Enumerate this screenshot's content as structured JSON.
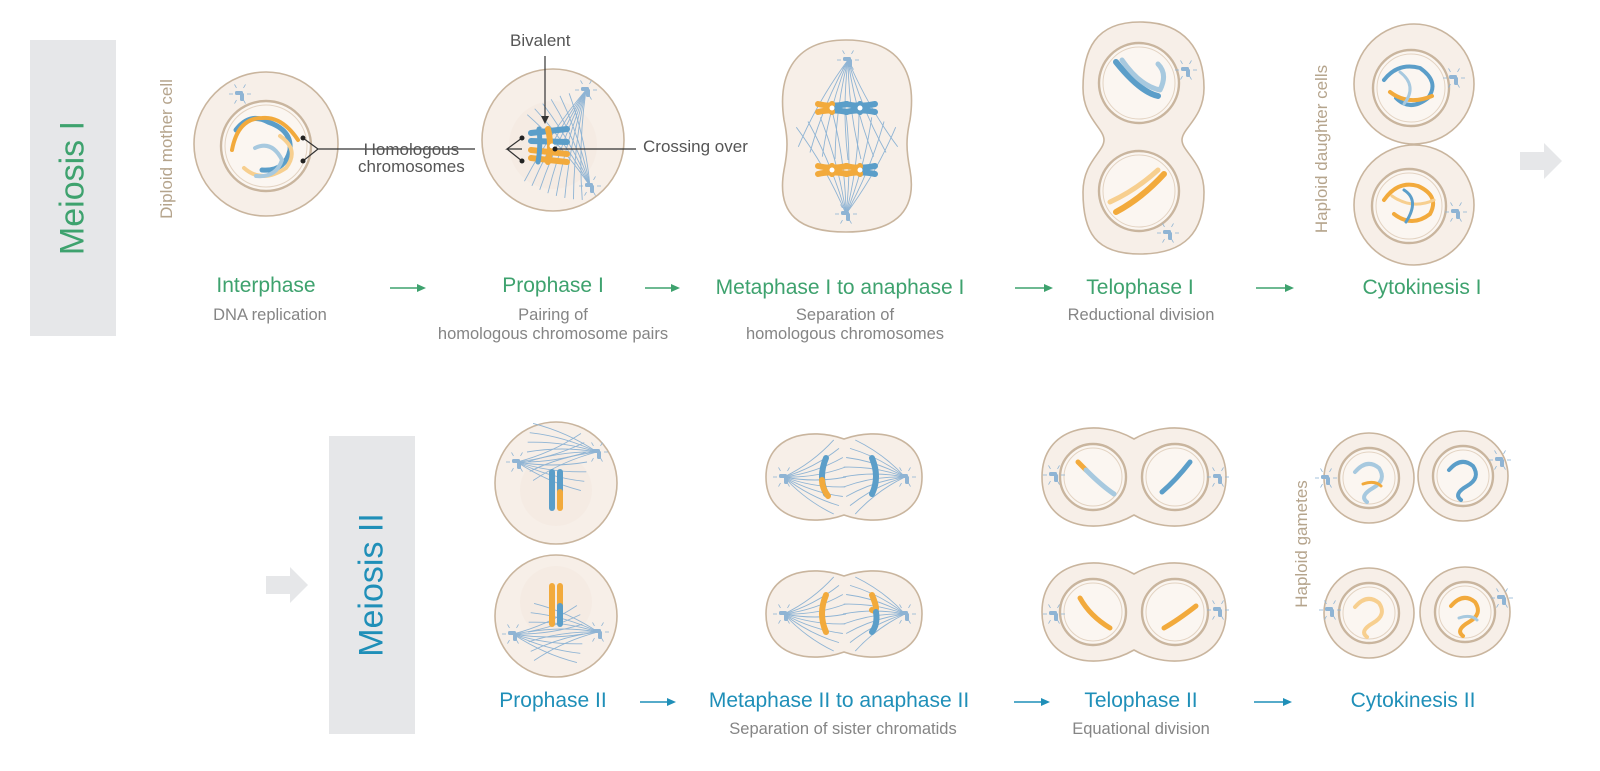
{
  "colors": {
    "meiosis1": "#3ea26e",
    "meiosis2": "#1f8fb8",
    "band": "#e6e7e9",
    "cellFill": "#f7efe8",
    "cellStroke": "#c9b59e",
    "chromBlue": "#5b9ec9",
    "chromLightBlue": "#a7c9df",
    "chromOrange": "#f2aa3c",
    "chromLightOrange": "#f7cf8f",
    "spindle": "#8fb4d4",
    "sideLabel": "#b5a48c",
    "subText": "#858585"
  },
  "meiosis1": {
    "label": "Meiosis I",
    "side_label_start": "Diploid mother cell",
    "side_label_end": "Haploid daughter cells",
    "stages": [
      {
        "title": "Interphase",
        "subtitle": [
          "DNA replication"
        ]
      },
      {
        "title": "Prophase I",
        "subtitle": [
          "Pairing of",
          "homologous chromosome pairs"
        ]
      },
      {
        "title": "Metaphase I to anaphase I",
        "subtitle": [
          "Separation of",
          "homologous chromosomes"
        ]
      },
      {
        "title": "Telophase I",
        "subtitle": [
          "Reductional division"
        ]
      },
      {
        "title": "Cytokinesis I",
        "subtitle": []
      }
    ]
  },
  "meiosis2": {
    "label": "Meiosis II",
    "side_label_end": "Haploid gametes",
    "stages": [
      {
        "title": "Prophase II",
        "subtitle": []
      },
      {
        "title": "Metaphase II to anaphase II",
        "subtitle": [
          "Separation of sister chromatids"
        ]
      },
      {
        "title": "Telophase II",
        "subtitle": [
          "Equational division"
        ]
      },
      {
        "title": "Cytokinesis II",
        "subtitle": []
      }
    ]
  },
  "callouts": {
    "bivalent": "Bivalent",
    "homologous": [
      "Homologous",
      "chromosomes"
    ],
    "crossing_over": "Crossing over"
  },
  "icons": [
    "flow-arrow-icon",
    "transition-arrow-icon",
    "centrosome-icon"
  ]
}
